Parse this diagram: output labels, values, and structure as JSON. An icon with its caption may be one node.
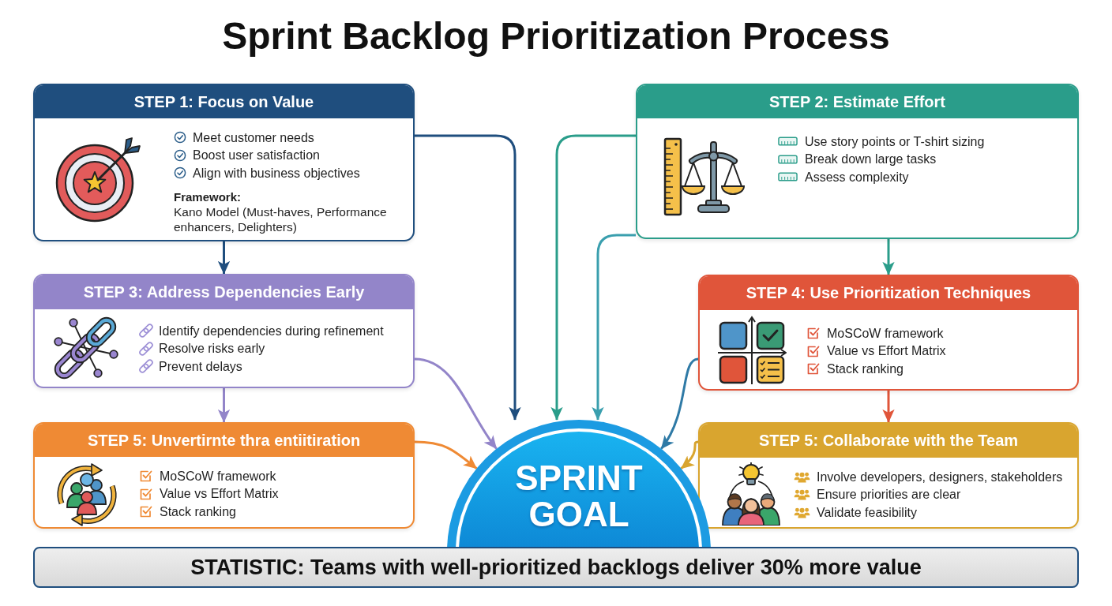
{
  "diagram": {
    "title": "Sprint Backlog Prioritization Process",
    "nodes": [
      {
        "text": [
          "STEP 1: Focus on Value",
          "Meet customer needs",
          "Boost user satisfaction",
          "Align with business objectives",
          "Framework:",
          "Kano Model (Must-haves, Performance enhancers, Delighters)"
        ]
      },
      {
        "text": [
          "STEP 2: Estimate Effort",
          "Use story points or T-shirt sizing",
          "Break down large tasks",
          "Assess complexity"
        ]
      },
      {
        "text": [
          "STEP 3: Address Dependencies Early",
          "Identify dependencies during refinement",
          "Resolve risks early",
          "Prevent delays"
        ]
      },
      {
        "text": [
          "STEP 4: Use Prioritization Techniques",
          "MoSCoW framework",
          "Value vs Effort Matrix",
          "Stack ranking"
        ]
      },
      {
        "text": [
          "STEP 5: Unvertirnte thra entiitiration",
          "MoSCoW framework",
          "Value vs Effort Matrix",
          "Stack ranking"
        ]
      },
      {
        "text": [
          "STEP 5: Collaborate with the Team",
          "Involve developers, designers, stakeholders",
          "Ensure priorities are clear",
          "Validate feasibility"
        ]
      },
      {
        "text": [
          "SPRINT GOAL"
        ]
      },
      {
        "text": [
          "STATISTIC: Teams with well-prioritized backlogs deliver 30% more value"
        ]
      }
    ],
    "edges": [
      {
        "from": 0,
        "to": 6,
        "arrow": "to",
        "color": "#1f4e7e"
      },
      {
        "from": 1,
        "to": 6,
        "arrow": "to",
        "color": "#2a9d8a"
      },
      {
        "from": 0,
        "to": 2,
        "arrow": "to",
        "color": "#1f4e7e"
      },
      {
        "from": 1,
        "to": 3,
        "arrow": "to",
        "color": "#2a9d8a"
      },
      {
        "from": 1,
        "to": 6,
        "arrow": "to",
        "color": "#3a9fae"
      },
      {
        "from": 2,
        "to": 6,
        "arrow": "to",
        "color": "#9385c9"
      },
      {
        "from": 3,
        "to": 6,
        "arrow": "to",
        "color": "#2f7aa6"
      },
      {
        "from": 2,
        "to": 4,
        "arrow": "to",
        "color": "#9385c9"
      },
      {
        "from": 3,
        "to": 5,
        "arrow": "to",
        "color": "#e0553a"
      },
      {
        "from": 4,
        "to": 6,
        "arrow": "to",
        "color": "#ef8a34"
      },
      {
        "from": 5,
        "to": 6,
        "arrow": "to",
        "color": "#d9a52f"
      }
    ]
  }
}
